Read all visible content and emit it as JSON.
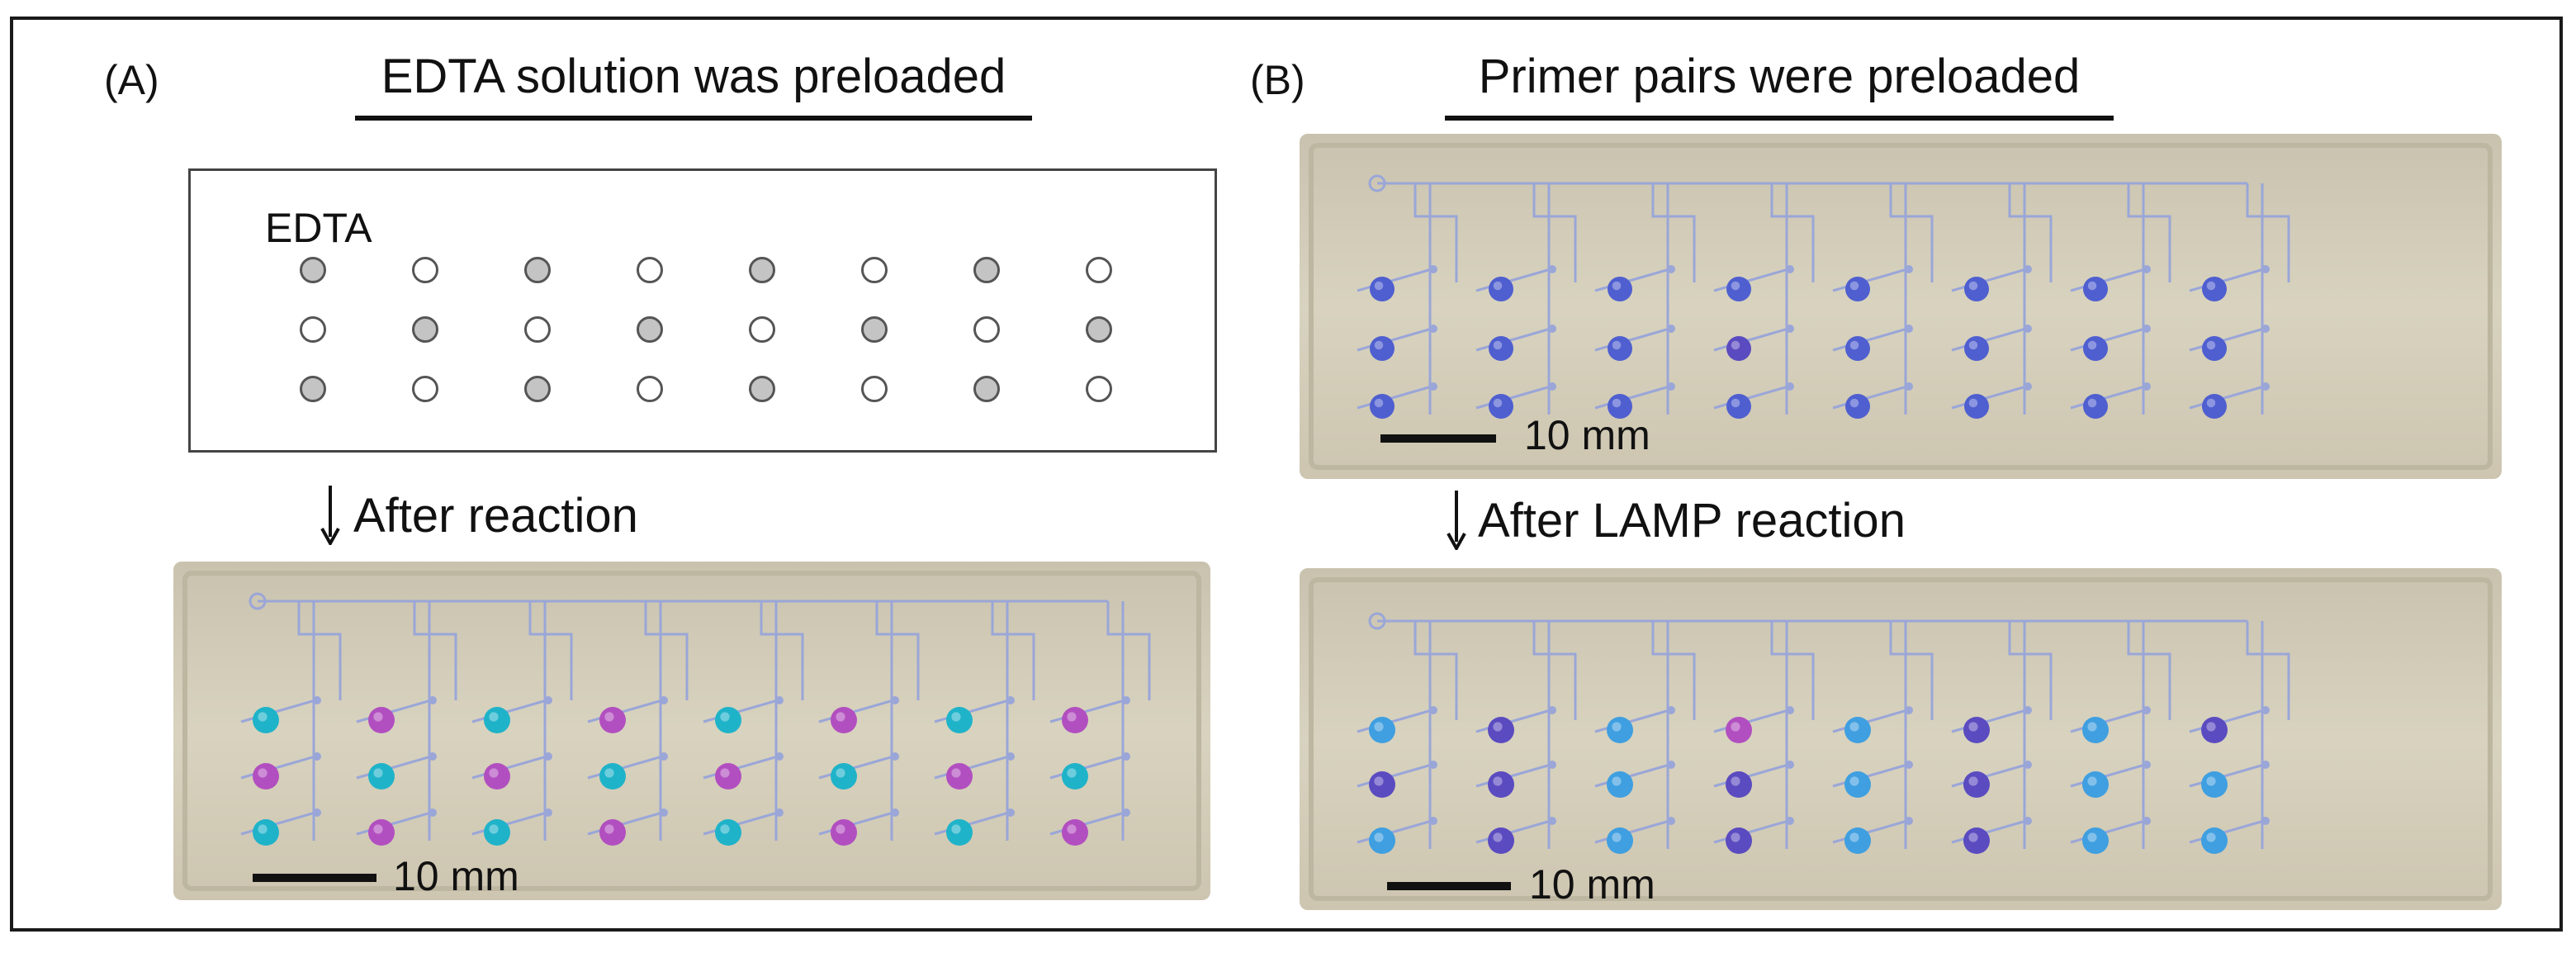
{
  "panels": {
    "a": {
      "letter": "(A)",
      "heading": "EDTA solution was preloaded",
      "schematic_label": "EDTA",
      "arrow_label": "After reaction",
      "scale_label": "10 mm",
      "schematic_wells": [
        [
          1,
          0,
          1,
          0,
          1,
          0,
          1,
          0
        ],
        [
          0,
          1,
          0,
          1,
          0,
          1,
          0,
          1
        ],
        [
          1,
          0,
          1,
          0,
          1,
          0,
          1,
          0
        ]
      ],
      "after_colors": [
        [
          "cyan",
          "magenta",
          "cyan",
          "magenta",
          "cyan",
          "magenta",
          "cyan",
          "magenta"
        ],
        [
          "magenta",
          "cyan",
          "magenta",
          "cyan",
          "magenta",
          "cyan",
          "magenta",
          "cyan"
        ],
        [
          "cyan",
          "magenta",
          "cyan",
          "magenta",
          "cyan",
          "magenta",
          "cyan",
          "magenta"
        ]
      ]
    },
    "b": {
      "letter": "(B)",
      "heading": "Primer pairs were preloaded",
      "arrow_label": "After LAMP reaction",
      "scale_label_top": "10 mm",
      "scale_label_bottom": "10 mm",
      "before_colors": [
        [
          "blue",
          "blue",
          "blue",
          "blue",
          "blue",
          "blue",
          "blue",
          "blue"
        ],
        [
          "blue",
          "blue",
          "blue",
          "violet",
          "blue",
          "blue",
          "blue",
          "blue"
        ],
        [
          "blue",
          "blue",
          "blue",
          "blue",
          "blue",
          "blue",
          "blue",
          "blue"
        ]
      ],
      "after_colors": [
        [
          "sky",
          "violet",
          "sky",
          "magenta",
          "sky",
          "violet",
          "sky",
          "violet"
        ],
        [
          "violet",
          "violet",
          "sky",
          "violet",
          "sky",
          "violet",
          "sky",
          "sky"
        ],
        [
          "sky",
          "violet",
          "sky",
          "violet",
          "sky",
          "violet",
          "sky",
          "sky"
        ]
      ]
    }
  },
  "colors": {
    "cyan": "#1fb3c9",
    "magenta": "#b24fc0",
    "blue": "#4f5fd0",
    "violet": "#5b4bc0",
    "sky": "#3f9fe0",
    "chip_bg": "#d8d3bf",
    "channel": "#9aa6d8"
  }
}
